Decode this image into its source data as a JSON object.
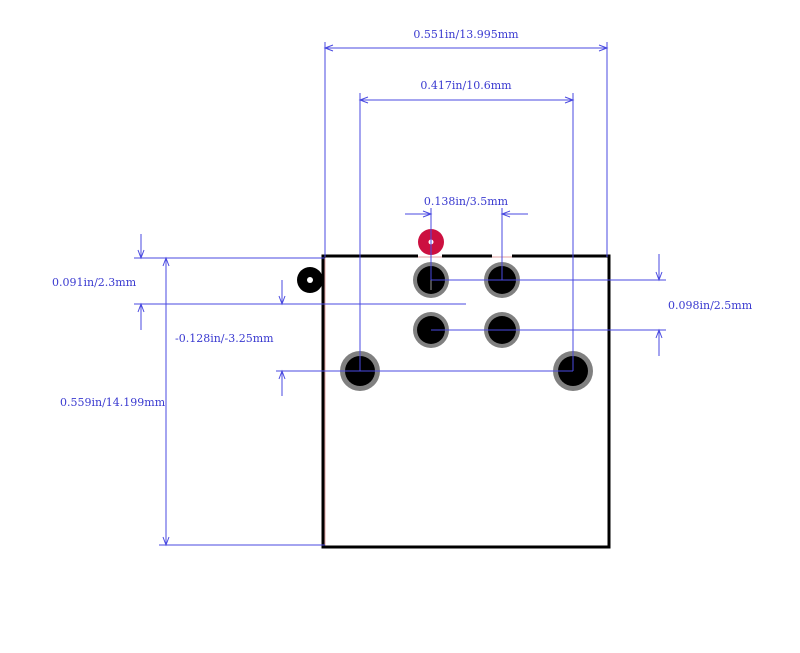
{
  "dimensions": {
    "overall_width": "0.551in/13.995mm",
    "mount_pitch": "0.417in/10.6mm",
    "pin_pitch_x": "0.138in/3.5mm",
    "top_offset": "0.091in/2.3mm",
    "pin_pitch_y": "0.098in/2.5mm",
    "mount_offset_y": "-0.128in/-3.25mm",
    "overall_height": "0.559in/14.199mm"
  },
  "colors": {
    "dimension": "#4a4ae0",
    "outline": "#000000",
    "courtyard": "#e0a0a0",
    "pad_ring": "#808080",
    "pad_hole": "#000000",
    "pin1_marker": "#cc1040"
  },
  "legend": {
    "pin1_marker_icon": "red-dot-icon",
    "polarity_marker_icon": "black-dot-icon"
  }
}
